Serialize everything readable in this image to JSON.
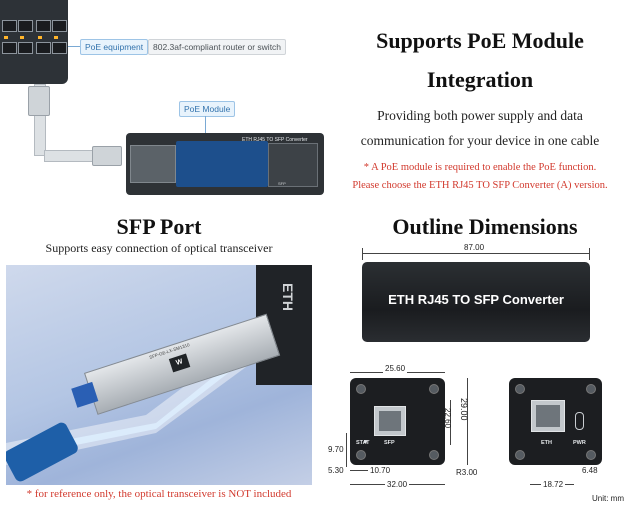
{
  "diagram": {
    "poe_equipment_tag": "PoE equipment",
    "poe_equipment_desc": "802.3af-compliant router or switch",
    "poe_module_tag": "PoE Module",
    "module_print": "ETH RJ45 TO SFP Converter",
    "module_sfp_print": "SFP"
  },
  "poe_section": {
    "title_line1": "Supports PoE Module",
    "title_line2": "Integration",
    "desc_line1": "Providing both power supply and data",
    "desc_line2": "communication for your device in one cable",
    "note_line1": "* A PoE module is required to enable the PoE function.",
    "note_line2": "Please choose the ETH RJ45 TO SFP Converter (A) version."
  },
  "sfp_section": {
    "title": "SFP Port",
    "desc": "Supports easy connection of optical transceiver",
    "photo_device_print": "ETH",
    "transceiver_label": "SFP-GE-LX-SM1310",
    "transceiver_logo": "W",
    "footnote": "* for reference only, the optical transceiver is NOT included"
  },
  "dimensions_section": {
    "title": "Outline Dimensions",
    "length": "87.00",
    "converter_label": "ETH RJ45 TO SFP Converter",
    "front": {
      "width_top": "25.60",
      "height_outer": "29.00",
      "height_inner": "22.60",
      "left_h": "9.70",
      "left_bottom": "5.30",
      "port_offset": "10.70",
      "radius": "R3.00",
      "width_total": "32.00",
      "label_stat": "STAT",
      "label_sfp": "SFP"
    },
    "back": {
      "right_offset": "6.48",
      "width_bottom": "18.72",
      "label_eth": "ETH",
      "label_pwr": "PWR"
    },
    "unit": "Unit: mm"
  }
}
